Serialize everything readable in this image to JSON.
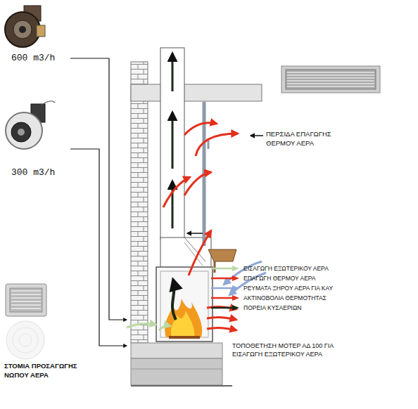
{
  "diagram": {
    "labels": [
      "600 m3/h",
      "300 m3/h",
      "ΠΕΡΣΙΔΑ ΕΠΑΓΩΓΗΣ ΘΕΡΜΟΥ ΑΕΡΑ",
      "ΤΟΠΟΘΕΤΗΣΗ ΜΟΤΕΡ ΑΔ 100 ΓΙΑ ΕΙΣΑΓΩΓΗ ΕΞΩΤΕΡΙΚΟΥ ΑΕΡΑ",
      "ΣΤΟΜΙΑ ΠΡΟΣΑΓΩΓΗΣ ΝΩΠΟΥ ΑΕΡΑ"
    ],
    "legend": [
      {
        "text": "ΕΙΣΑΓΩΓΗ ΕΞΩΤΕΡΙΚΟΥ ΑΕΡΑ"
      },
      {
        "text": "ΕΠΑΓΩΓΗ ΘΕΡΜΟΥ ΑΕΡΑ"
      },
      {
        "text": "ΡΕΥΜΑΤΑ ΞΗΡΟΥ ΑΕΡΑ ΓΙΑ ΚΑΥ"
      },
      {
        "text": "ΑΚΤΙΝΟΒΟΛΙΑ ΘΕΡΜΟΤΗΤΑΣ"
      },
      {
        "text": "ΠΟΡΕΙΑ ΚΥΣΑΕΡΙΩΝ"
      }
    ]
  }
}
